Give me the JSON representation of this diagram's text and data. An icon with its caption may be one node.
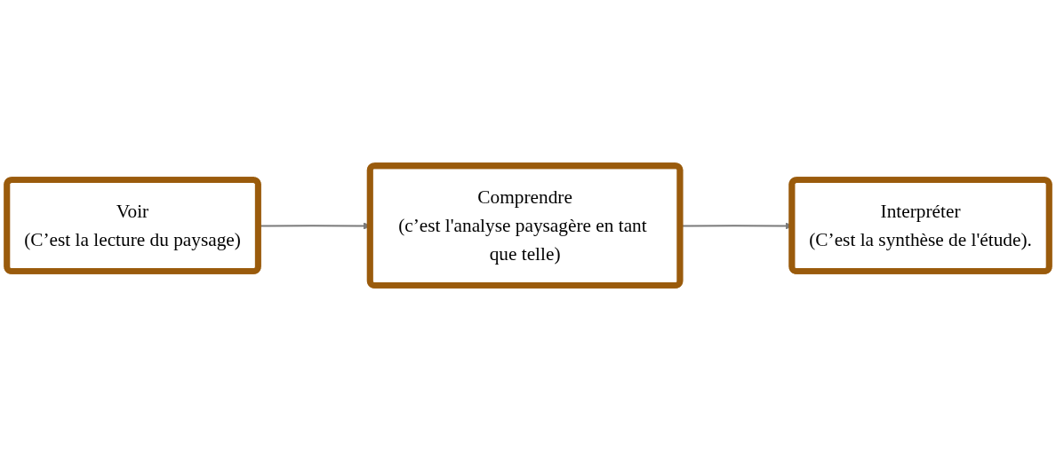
{
  "diagram": {
    "nodes": [
      {
        "text": [
          "Voir",
          "(C’est la lecture du paysage)"
        ]
      },
      {
        "text": [
          "Comprendre",
          "(c’est l'analyse paysagère en tant que telle)"
        ]
      },
      {
        "text": [
          "Interpréter",
          "(C’est la synthèse de l'étude)."
        ]
      }
    ],
    "edges": [
      {
        "from": 0,
        "to": 1,
        "arrow": "to"
      },
      {
        "from": 1,
        "to": 2,
        "arrow": "to"
      }
    ]
  }
}
